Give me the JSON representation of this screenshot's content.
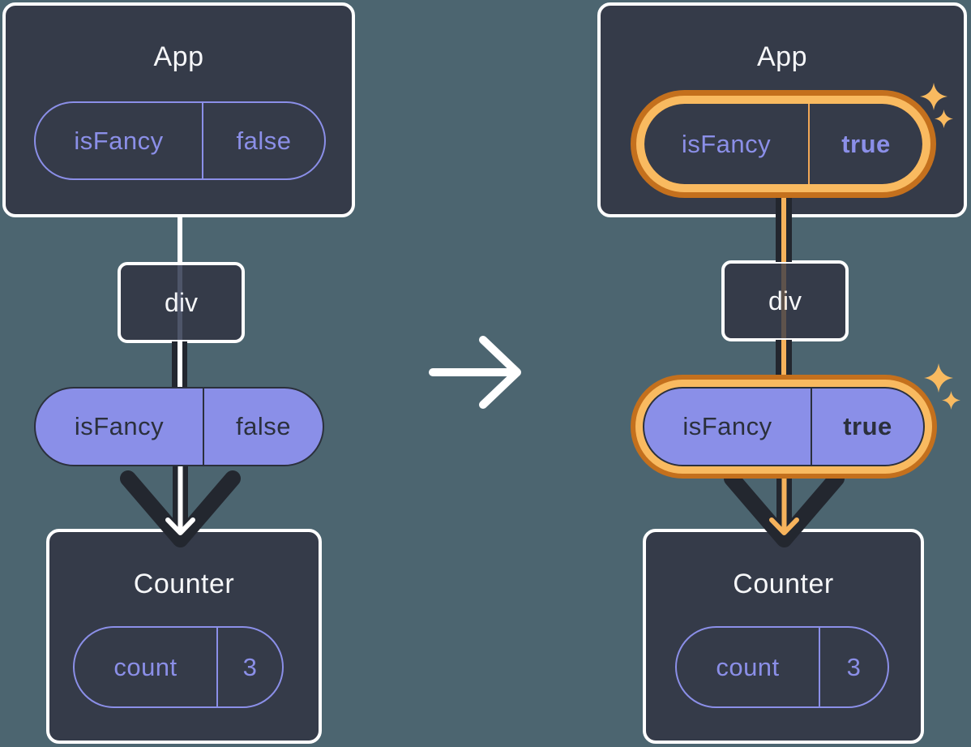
{
  "colors": {
    "background": "#4C6570",
    "node_background": "#353B49",
    "node_border": "#FFFFFF",
    "purple": "#8B8FE8",
    "pill_fill": "#8A8FE8",
    "dark_text_on_purple": "#2B303C",
    "flow_line_dark": "#23272F",
    "highlight_orange_light": "#F9BA60",
    "highlight_orange_dark": "#C4701D",
    "highlight_flow_line": "#F6B35C",
    "title_text": "#F6F7F9"
  },
  "before": {
    "app": {
      "title": "App",
      "prop": {
        "name": "isFancy",
        "value": "false"
      }
    },
    "div_node": {
      "label": "div"
    },
    "passed_prop": {
      "name": "isFancy",
      "value": "false"
    },
    "counter": {
      "title": "Counter",
      "state": {
        "name": "count",
        "value": "3"
      }
    }
  },
  "after": {
    "app": {
      "title": "App",
      "prop": {
        "name": "isFancy",
        "value": "true"
      }
    },
    "div_node": {
      "label": "div"
    },
    "passed_prop": {
      "name": "isFancy",
      "value": "true"
    },
    "counter": {
      "title": "Counter",
      "state": {
        "name": "count",
        "value": "3"
      }
    }
  },
  "icons": {
    "transition": "arrow-right-icon",
    "flow": "arrow-down-icon",
    "highlight": "sparkle-icon"
  }
}
